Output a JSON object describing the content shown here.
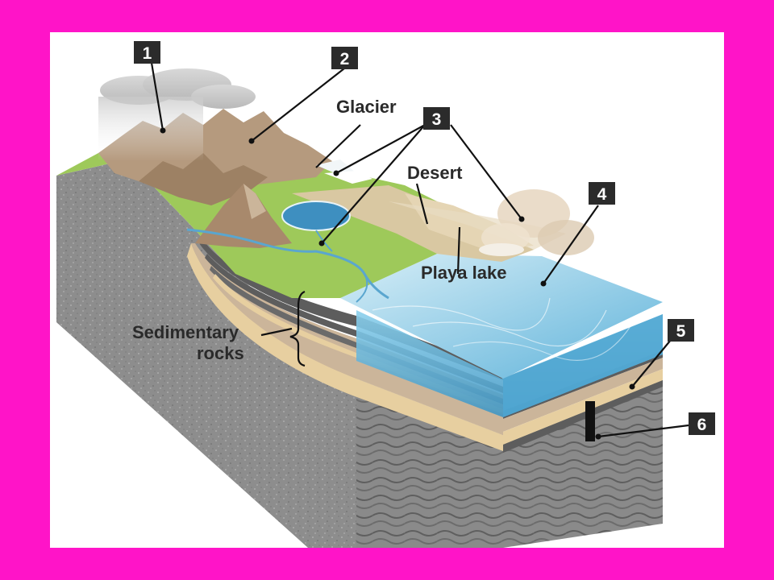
{
  "labels": {
    "glacier": "Glacier",
    "desert": "Desert",
    "playa_lake": "Playa lake",
    "sedimentary_1": "Sedimentary",
    "sedimentary_2": "rocks"
  },
  "markers": [
    "1",
    "2",
    "3",
    "4",
    "5",
    "6"
  ],
  "colors": {
    "frame": "#ff14c8",
    "background": "#ffffff",
    "marker_box": "#2b2b2b",
    "water": "#4aa3cf",
    "land": "#9ec95a",
    "mountain": "#b59a7e",
    "sediment_tan": "#e7cfa0",
    "sediment_dark": "#5d5d5d",
    "bedrock": "#8e8e8e"
  }
}
